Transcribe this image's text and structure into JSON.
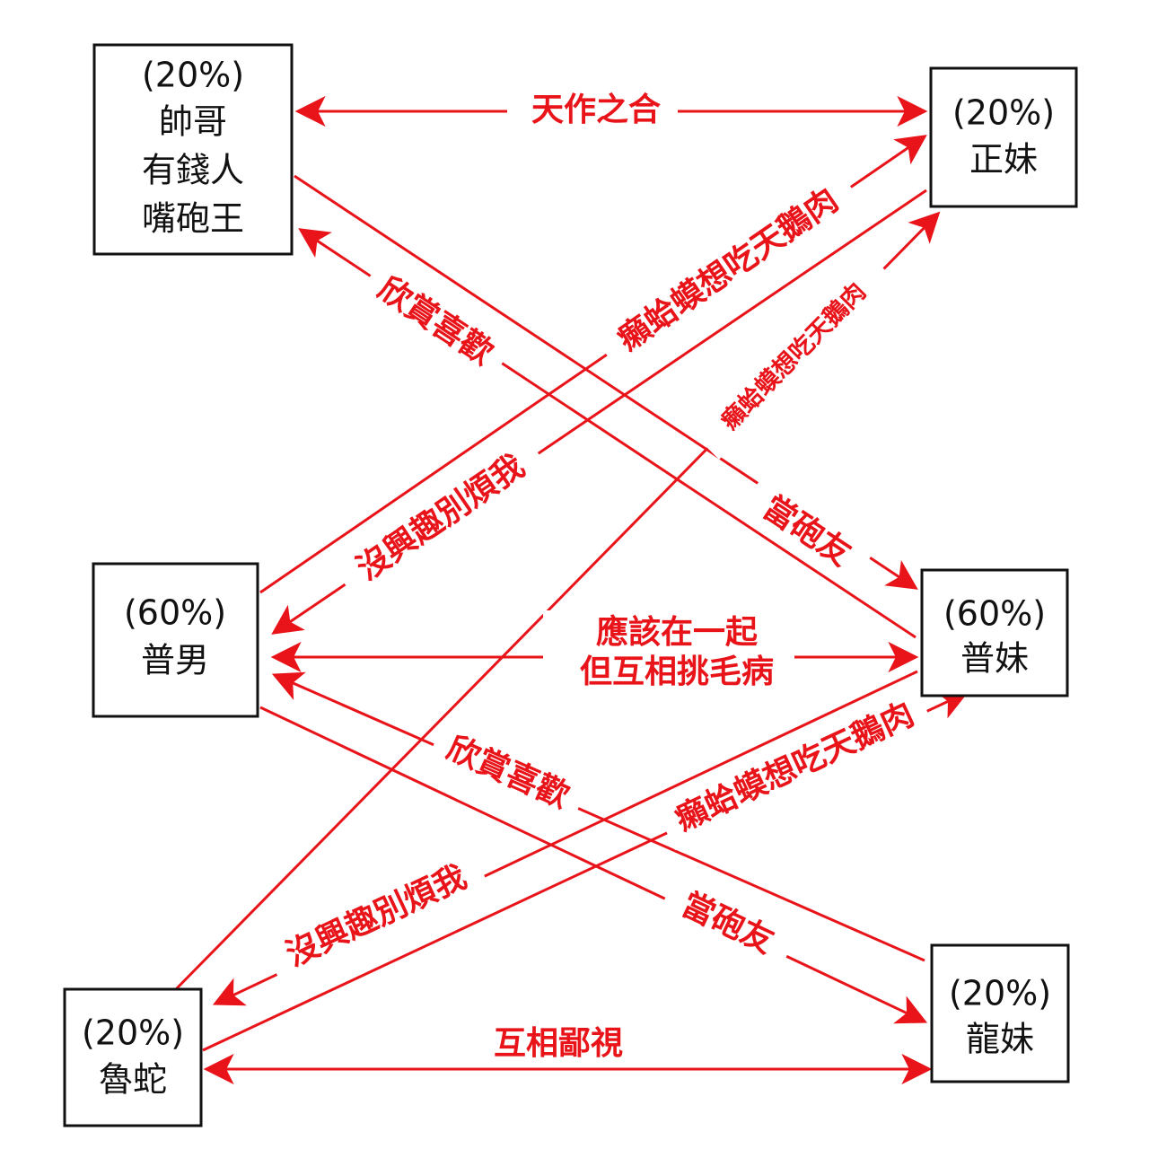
{
  "colors": {
    "arrow": "#e8141a",
    "box_border": "#111111",
    "text": "#111111",
    "background": "#ffffff"
  },
  "nodes": {
    "handsome": {
      "lines": [
        "(20%)",
        "帥哥",
        "有錢人",
        "嘴砲王"
      ]
    },
    "pretty": {
      "lines": [
        "(20%)",
        "正妹"
      ]
    },
    "avg_male": {
      "lines": [
        "(60%)",
        "普男"
      ]
    },
    "avg_female": {
      "lines": [
        "(60%)",
        "普妹"
      ]
    },
    "loser": {
      "lines": [
        "(20%)",
        "魯蛇"
      ]
    },
    "ugly": {
      "lines": [
        "(20%)",
        "龍妹"
      ]
    }
  },
  "edges": {
    "perfect_match": "天作之合",
    "toad_avg_male_to_pretty": "癩蛤蟆想吃天鵝肉",
    "admire_pretty_to_handsome": "欣賞喜歡",
    "toad_loser_to_pretty": "癩蛤蟆想吃天鵝肉",
    "friends_handsome_to_avg_female": "當砲友",
    "not_interested_avg_female_to_avg_male": "沒興趣別煩我",
    "should_be_together": [
      "應該在一起",
      "但互相挑毛病"
    ],
    "admire_ugly_to_avg_male": "欣賞喜歡",
    "toad_loser_to_avg_female": "癩蛤蟆想吃天鵝肉",
    "not_interested_ugly_to_loser": "沒興趣別煩我",
    "friends_avg_male_to_ugly": "當砲友",
    "mutual_contempt": "互相鄙視"
  }
}
